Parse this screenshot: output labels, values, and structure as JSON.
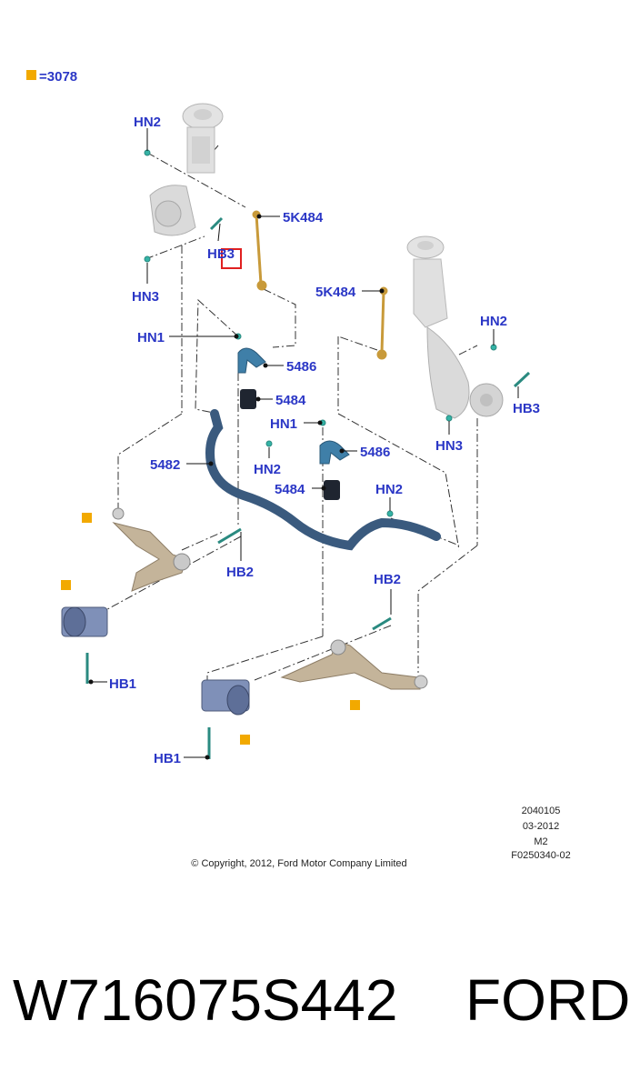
{
  "legend": {
    "label": "=3078",
    "color": "#f2a900"
  },
  "callouts": {
    "hn2_a": "HN2",
    "hb3_a": "HB3",
    "hn3_a": "HN3",
    "k484_a": "5K484",
    "hn1_a": "HN1",
    "p5486_a": "5486",
    "p5484_a": "5484",
    "p5482": "5482",
    "hn2_b": "HN2",
    "hb2_a": "HB2",
    "hb1_a": "HB1",
    "k484_b": "5K484",
    "hn2_c": "HN2",
    "hb3_b": "HB3",
    "hn3_b": "HN3",
    "hn1_b": "HN1",
    "p5486_b": "5486",
    "p5484_b": "5484",
    "hn2_d": "HN2",
    "hb2_b": "HB2",
    "hb1_b": "HB1"
  },
  "meta": {
    "code": "2040105",
    "date": "03-2012",
    "rev": "M2",
    "ref": "F0250340-02",
    "copyright": "© Copyright, 2012, Ford Motor Company Limited"
  },
  "footer": {
    "part_number": "W716075S442",
    "brand": "FORD"
  },
  "colors": {
    "label": "#2b37c6",
    "bolt": "#35b3a6",
    "sway_bar": "#3a5a7e",
    "link": "#c89a3a",
    "marker": "#f2a900",
    "highlight_box": "#e02020"
  }
}
